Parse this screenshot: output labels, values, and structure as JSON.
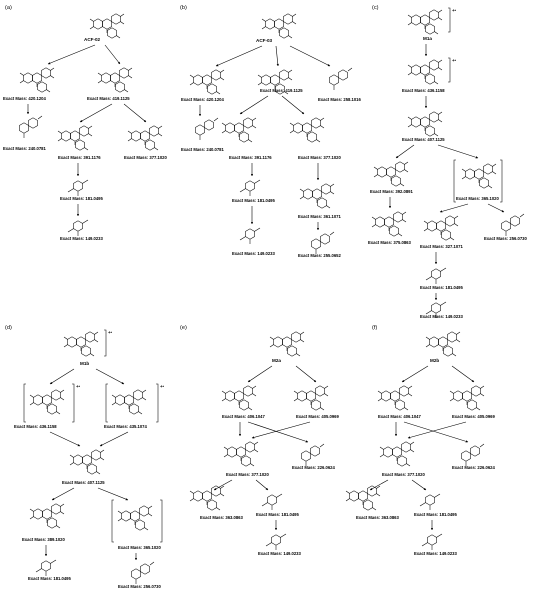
{
  "panels": [
    {
      "key": "a",
      "label": "(a)",
      "name": "ACF-02",
      "masses": [
        "Exact Mass: 420.1204",
        "Exact Mass: 419.1125",
        "Exact Mass: 240.0781",
        "Exact Mass: 391.1176",
        "Exact Mass: 377.1020",
        "Exact Mass: 181.0495",
        "Exact Mass: 149.0233"
      ]
    },
    {
      "key": "b",
      "label": "(b)",
      "name": "ACF-03",
      "masses": [
        "Exact Mass: 420.1204",
        "Exact Mass: 419.1125",
        "Exact Mass: 258.1016",
        "Exact Mass: 240.0781",
        "Exact Mass: 391.1176",
        "Exact Mass: 377.1020",
        "Exact Mass: 181.0495",
        "Exact Mass: 361.1071",
        "Exact Mass: 149.0233",
        "Exact Mass: 255.0652"
      ]
    },
    {
      "key": "c",
      "label": "(c)",
      "name": "M1a",
      "masses": [
        "Exact Mass: 436.1158",
        "Exact Mass: 407.1125",
        "Exact Mass: 392.0891",
        "Exact Mass: 365.1020",
        "Exact Mass: 375.0863",
        "Exact Mass: 327.1071",
        "Exact Mass: 256.0730",
        "Exact Mass: 181.0495",
        "Exact Mass: 149.0233"
      ]
    },
    {
      "key": "d",
      "label": "(d)",
      "name": "M1b",
      "masses": [
        "Exact Mass: 436.1158",
        "Exact Mass: 435.1074",
        "Exact Mass: 407.1125",
        "Exact Mass: 389.1020",
        "Exact Mass: 365.1020",
        "Exact Mass: 181.0495",
        "Exact Mass: 256.0730"
      ]
    },
    {
      "key": "e",
      "label": "(e)",
      "name": "M2a",
      "masses": [
        "Exact Mass: 406.1047",
        "Exact Mass: 405.0969",
        "Exact Mass: 377.1020",
        "Exact Mass: 226.0624",
        "Exact Mass: 363.0863",
        "Exact Mass: 181.0495",
        "Exact Mass: 149.0233"
      ]
    },
    {
      "key": "f",
      "label": "(f)",
      "name": "M2b",
      "masses": [
        "Exact Mass: 406.1047",
        "Exact Mass: 405.0969",
        "Exact Mass: 377.1020",
        "Exact Mass: 226.0624",
        "Exact Mass: 363.0863",
        "Exact Mass: 181.0495",
        "Exact Mass: 149.0233"
      ]
    }
  ]
}
